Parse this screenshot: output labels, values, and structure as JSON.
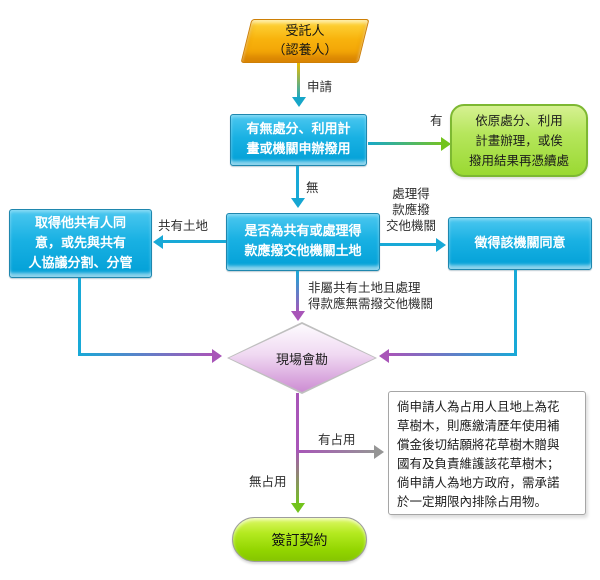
{
  "nodes": {
    "start": {
      "label": "受託人\n（認養人）"
    },
    "decision1": {
      "label": "有無處分、利用計\n畫或機關申辦撥用"
    },
    "plan_result": {
      "label": "依原處分、利用\n計畫辦理，或俟\n撥用結果再憑續處"
    },
    "decision2": {
      "label": "是否為共有或處理得\n款應撥交他機關土地"
    },
    "co_owner": {
      "label": "取得他共有人同\n意，或先與共有\n人協議分割、分管"
    },
    "agency": {
      "label": "徵得該機關同意"
    },
    "survey": {
      "label": "現場會勘"
    },
    "note": {
      "label": "倘申請人為占用人且地上為花\n草樹木，則應繳清歷年使用補\n償金後切結願將花草樹木贈與\n國有及負責維護該花草樹木；\n倘申請人為地方政府，需承諾\n於一定期限內排除占用物。"
    },
    "contract": {
      "label": "簽訂契約"
    }
  },
  "edges": {
    "apply": {
      "label": "申請"
    },
    "yes": {
      "label": "有"
    },
    "no": {
      "label": "無"
    },
    "co_owned": {
      "label": "共有土地"
    },
    "proceeds": {
      "label": "處理得\n款應撥\n交他機關"
    },
    "not_co_owned": {
      "label": "非屬共有土地且處理\n得款應無需撥交他機關"
    },
    "occupied": {
      "label": "有占用"
    },
    "unoccupied": {
      "label": "無占用"
    }
  },
  "colors": {
    "blue_node": "#019fd6",
    "green_node": "#9ad932",
    "yellow_node": "#f8b30d",
    "diamond_pink": "#cd8dd3",
    "pill_green": "#92d500",
    "arrow_teal": "#16a6d2",
    "arrow_purple": "#a855b8",
    "arrow_green": "#72c31c",
    "arrow_gray": "#959595",
    "arrow_yellow": "#e3b502"
  }
}
